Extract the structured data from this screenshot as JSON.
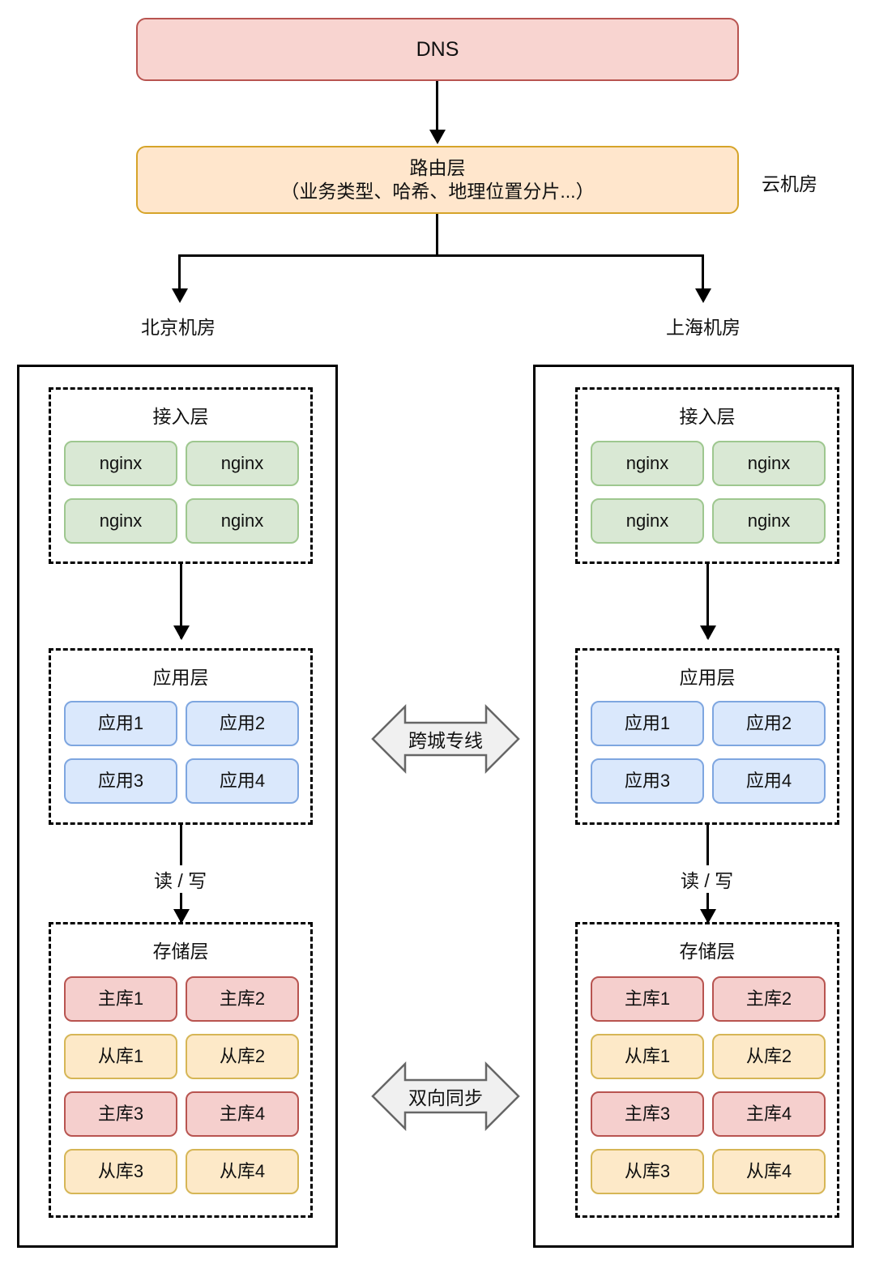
{
  "diagram": {
    "title_dns": "DNS",
    "cloud_room_label": "云机房",
    "routing": {
      "line1": "路由层",
      "line2": "（业务类型、哈希、地理位置分片...）"
    },
    "branch_labels": {
      "left": "北京机房",
      "right": "上海机房"
    },
    "layers": {
      "access": "接入层",
      "app": "应用层",
      "storage": "存储层"
    },
    "edge_labels": {
      "read_write": "读 / 写",
      "cross_city": "跨城专线",
      "bidirectional_sync": "双向同步"
    },
    "nodes": {
      "nginx": [
        "nginx",
        "nginx",
        "nginx",
        "nginx"
      ],
      "apps": [
        "应用1",
        "应用2",
        "应用3",
        "应用4"
      ],
      "storage": [
        {
          "name": "主库1",
          "kind": "master"
        },
        {
          "name": "主库2",
          "kind": "master"
        },
        {
          "name": "从库1",
          "kind": "slave"
        },
        {
          "name": "从库2",
          "kind": "slave"
        },
        {
          "name": "主库3",
          "kind": "master"
        },
        {
          "name": "主库4",
          "kind": "master"
        },
        {
          "name": "从库3",
          "kind": "slave"
        },
        {
          "name": "从库4",
          "kind": "slave"
        }
      ]
    },
    "colors": {
      "dns_fill": "#f8d4d0",
      "dns_border": "#b85450",
      "routing_fill": "#ffe6cc",
      "routing_border": "#d6a429",
      "nginx_fill": "#d9e8d4",
      "nginx_border": "#9ec78f",
      "app_fill": "#dae8fc",
      "app_border": "#7ea6e0",
      "master_fill": "#f5cfcd",
      "master_border": "#b85450",
      "slave_fill": "#fde9c8",
      "slave_border": "#d6b656",
      "frame": "#000000",
      "arrow_block_fill": "#f0f0f0",
      "arrow_block_border": "#666666"
    }
  }
}
